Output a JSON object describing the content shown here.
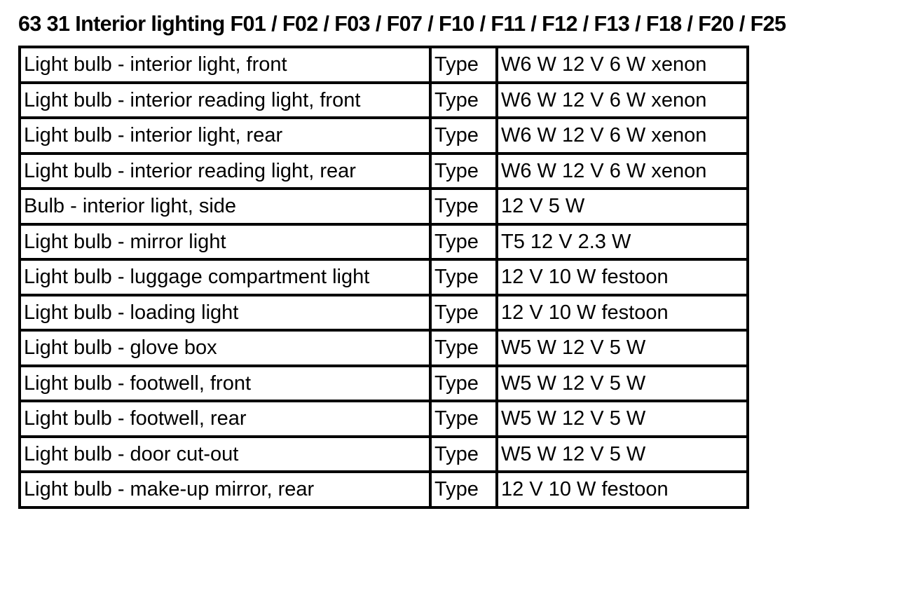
{
  "title": "63 31 Interior lighting F01 / F02 / F03 / F07 / F10 / F11 / F12 / F13 / F18 / F20 / F25",
  "rows": [
    {
      "component": "Light bulb - interior light, front",
      "label": "Type",
      "spec": "W6 W 12 V 6 W xenon"
    },
    {
      "component": "Light bulb - interior reading light, front",
      "label": "Type",
      "spec": "W6 W 12 V 6 W xenon"
    },
    {
      "component": "Light bulb - interior light, rear",
      "label": "Type",
      "spec": "W6 W 12 V 6 W xenon"
    },
    {
      "component": "Light bulb - interior reading light, rear",
      "label": "Type",
      "spec": "W6 W 12 V 6 W xenon"
    },
    {
      "component": "Bulb - interior light, side",
      "label": "Type",
      "spec": "12 V 5 W"
    },
    {
      "component": "Light bulb - mirror light",
      "label": "Type",
      "spec": "T5 12 V 2.3 W"
    },
    {
      "component": "Light bulb - luggage compartment light",
      "label": "Type",
      "spec": "12 V 10 W festoon"
    },
    {
      "component": "Light bulb - loading light",
      "label": "Type",
      "spec": "12 V 10 W festoon"
    },
    {
      "component": "Light bulb - glove box",
      "label": "Type",
      "spec": "W5 W 12 V 5 W"
    },
    {
      "component": "Light bulb - footwell, front",
      "label": "Type",
      "spec": "W5 W 12 V 5 W"
    },
    {
      "component": "Light bulb - footwell, rear",
      "label": "Type",
      "spec": "W5 W 12 V 5 W"
    },
    {
      "component": "Light bulb - door cut-out",
      "label": "Type",
      "spec": "W5 W 12 V 5 W"
    },
    {
      "component": "Light bulb - make-up mirror, rear",
      "label": "Type",
      "spec": "12 V 10 W festoon"
    }
  ]
}
